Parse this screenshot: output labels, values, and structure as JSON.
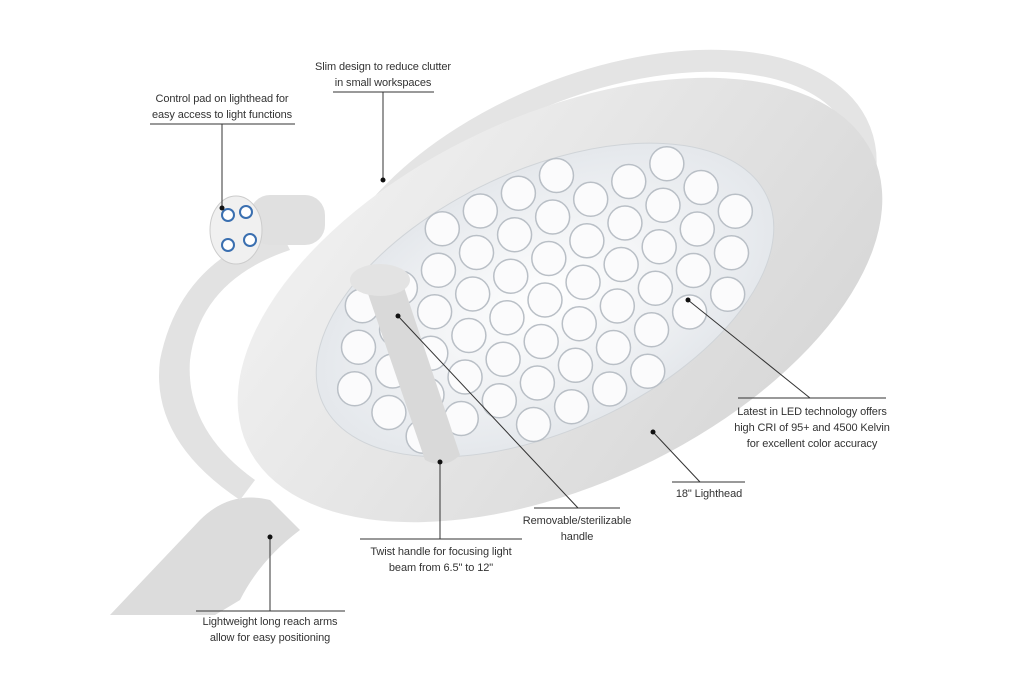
{
  "callouts": {
    "control_pad": [
      "Control pad on lighthead for",
      "easy access to light functions"
    ],
    "slim_design": [
      "Slim design to reduce clutter",
      "in small workspaces"
    ],
    "led": [
      "Latest in LED technology offers",
      "high CRI of 95+ and 4500 Kelvin",
      "for excellent color accuracy"
    ],
    "lighthead": [
      "18\" Lighthead"
    ],
    "removable_handle": [
      "Removable/sterilizable",
      "handle"
    ],
    "twist_handle": [
      "Twist handle for focusing light",
      "beam from 6.5\" to 12\""
    ],
    "arms": [
      "Lightweight long reach arms",
      "allow for easy positioning"
    ]
  },
  "colors": {
    "line": "#333333",
    "housing": "#e6e6e6",
    "led_field": "#f4f5f7"
  }
}
